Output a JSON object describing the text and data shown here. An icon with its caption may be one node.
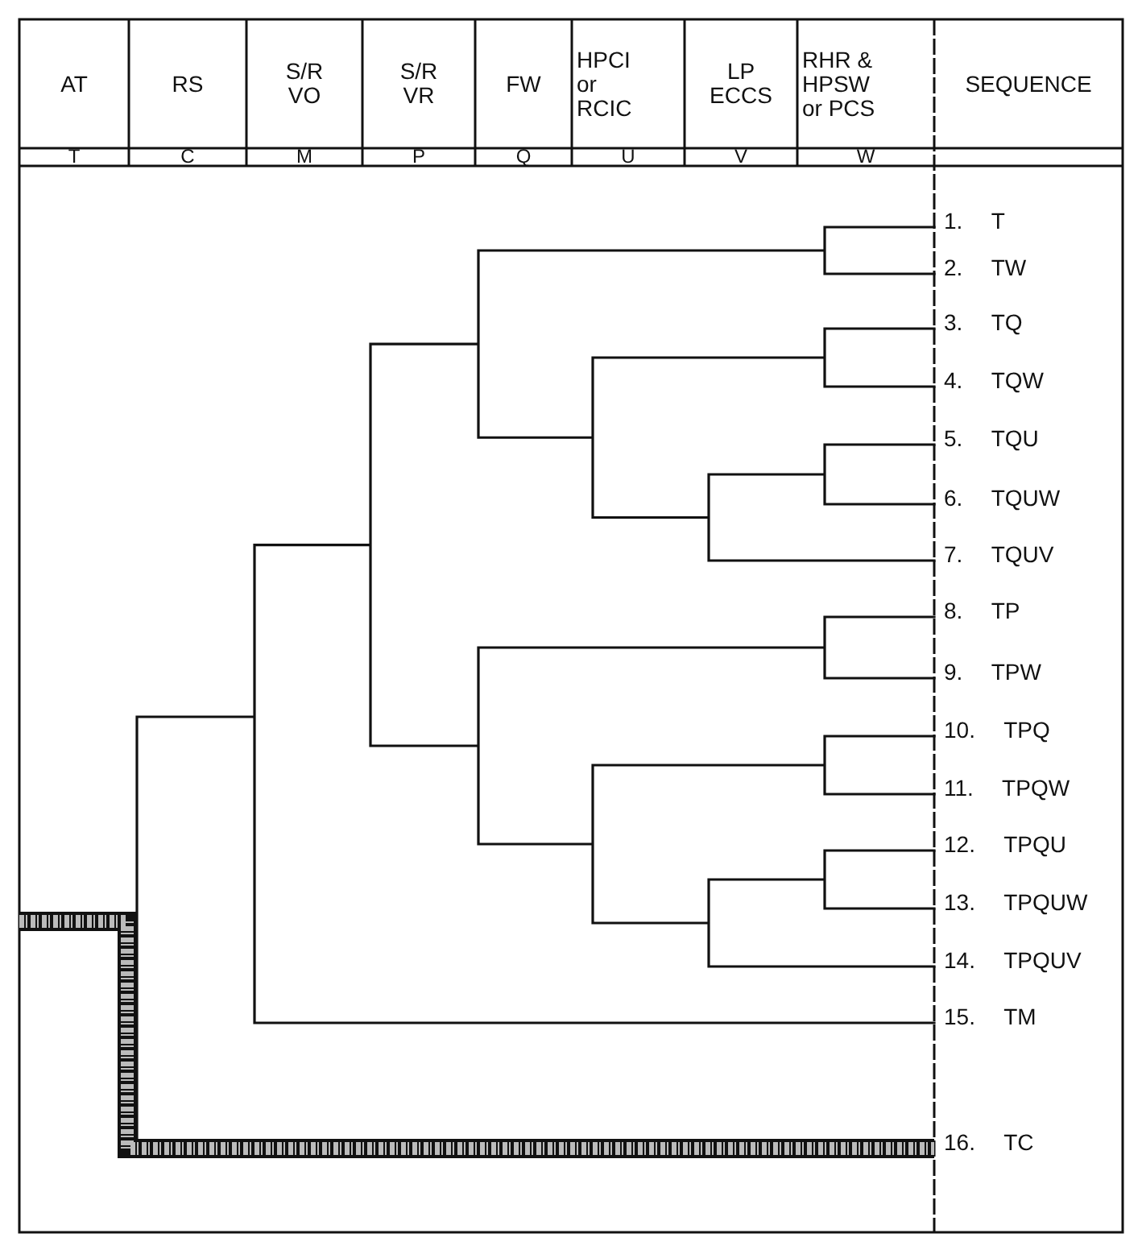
{
  "diagram": {
    "labels": [
      "AT",
      "RS",
      "S/R VO",
      "S/R VR",
      "FW",
      "HPCI or RCIC",
      "LP ECCS",
      "RHR & HPSW or PCS",
      "SEQUENCE",
      "T",
      "C",
      "M",
      "P",
      "Q",
      "U",
      "V",
      "W",
      "1. T",
      "2. TW",
      "3. TQ",
      "4. TQW",
      "5. TQU",
      "6. TQUW",
      "7. TQUV",
      "8. TP",
      "9. TPW",
      "10. TPQ",
      "11. TPQW",
      "12. TPQU",
      "13. TPQUW",
      "14. TPQUV",
      "15. TM",
      "16. TC"
    ]
  }
}
